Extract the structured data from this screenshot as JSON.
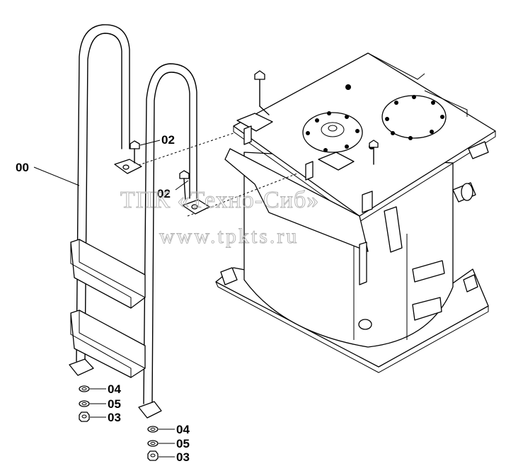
{
  "watermark": {
    "line1": "ТПК «Техно-Сиб»",
    "line2": "www.tpkts.ru"
  },
  "callouts": {
    "ladder": "00",
    "bolt_upper": "02",
    "bolt_lower": "02",
    "washer_left_a": "04",
    "washer_left_b": "05",
    "nut_left": "03",
    "washer_right_a": "04",
    "washer_right_b": "05",
    "nut_right": "03"
  }
}
